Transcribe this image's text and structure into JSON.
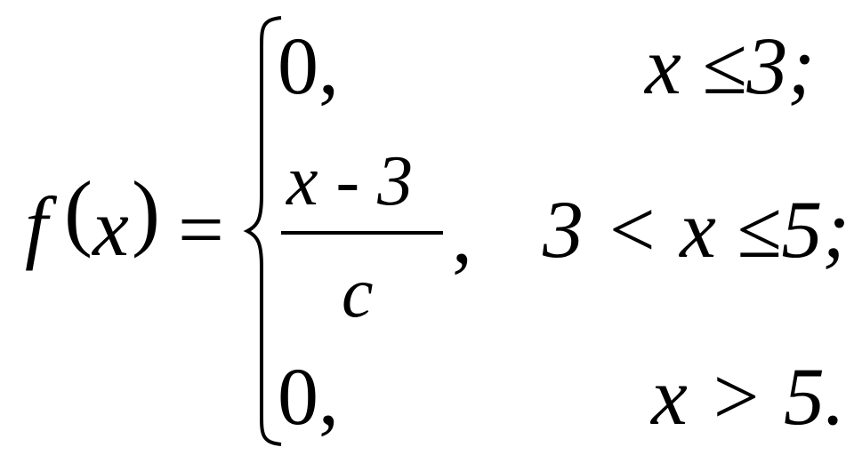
{
  "formula": {
    "lhs": {
      "fn": "f",
      "open_paren": "(",
      "var": "x",
      "close_paren": ")",
      "equals": "="
    },
    "cases": [
      {
        "value": "0,",
        "condition": "x ≤3;"
      },
      {
        "numerator": "x - 3",
        "denominator": "c",
        "comma": ",",
        "condition": "3 < x ≤5;"
      },
      {
        "value": "0,",
        "condition": "x > 5."
      }
    ]
  }
}
